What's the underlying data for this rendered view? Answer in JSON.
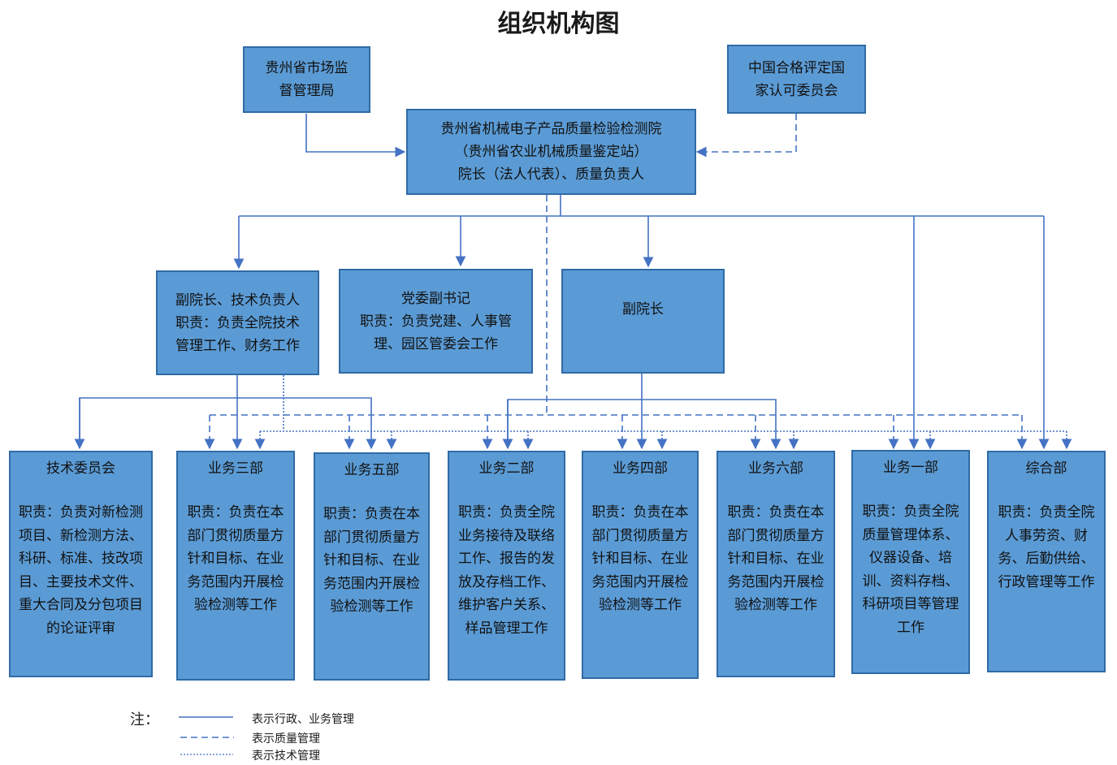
{
  "title": "组织机构图",
  "top_left": {
    "lines": [
      "贵州省市场监",
      "督管理局"
    ]
  },
  "top_right": {
    "lines": [
      "中国合格评定国",
      "家认可委员会"
    ]
  },
  "institute": {
    "lines": [
      "贵州省机械电子产品质量检验检测院",
      "（贵州省农业机械质量鉴定站）",
      "院长（法人代表）、质量负责人"
    ]
  },
  "leaders": [
    {
      "lines": [
        "副院长、技术负责人",
        "职责：负责全院技术",
        "管理工作、财务工作"
      ]
    },
    {
      "lines": [
        "党委副书记",
        "职责：负责党建、人事管",
        "理、园区管委会工作"
      ]
    },
    {
      "lines": [
        "副院长"
      ]
    }
  ],
  "departments": [
    {
      "name": "技术委员会",
      "duty": "职责：负责对新检测项目、新检测方法、科研、标准、技改项目、主要技术文件、重大合同及分包项目的论证评审"
    },
    {
      "name": "业务三部",
      "duty": "职责：负责在本部门贯彻质量方针和目标、在业务范围内开展检验检测等工作"
    },
    {
      "name": "业务五部",
      "duty": "职责：负责在本部门贯彻质量方针和目标、在业务范围内开展检验检测等工作"
    },
    {
      "name": "业务二部",
      "duty": "职责：负责全院业务接待及联络工作、报告的发放及存档工作、维护客户关系、样品管理工作"
    },
    {
      "name": "业务四部",
      "duty": "职责：负责在本部门贯彻质量方针和目标、在业务范围内开展检验检测等工作"
    },
    {
      "name": "业务六部",
      "duty": "职责：负责在本部门贯彻质量方针和目标、在业务范围内开展检验检测等工作"
    },
    {
      "name": "业务一部",
      "duty": "职责：负责全院质量管理体系、仪器设备、培训、资料存档、科研项目等管理工作"
    },
    {
      "name": "综合部",
      "duty": "职责：负责全院人事劳资、财务、后勤供给、行政管理等工作"
    }
  ],
  "legend": {
    "note": "注：",
    "items": [
      "表示行政、业务管理",
      "表示质量管理",
      "表示技术管理"
    ]
  },
  "colors": {
    "box_fill": "#5b9bd5",
    "box_border": "#2f6aa6",
    "line": "#4472c4"
  }
}
